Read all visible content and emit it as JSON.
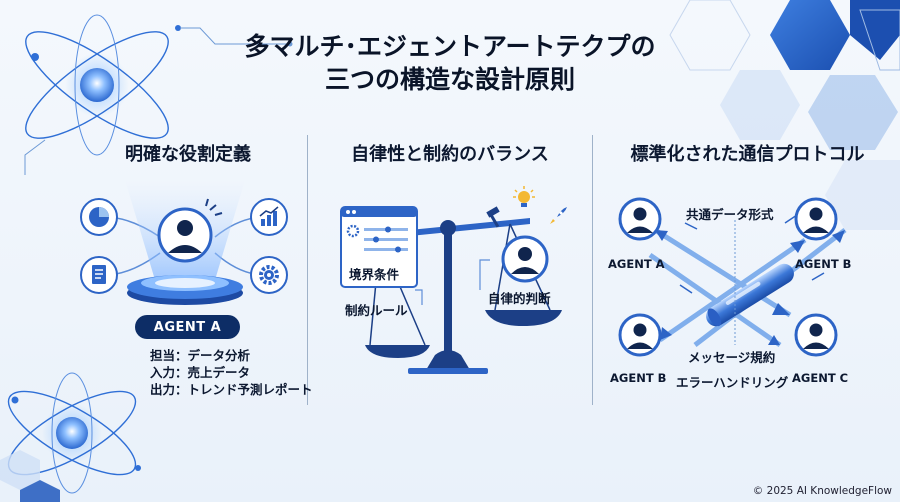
{
  "title": {
    "line1": "多マルチ･エジェントアートテクプの",
    "line2": "三つの構造な設計原則"
  },
  "sections": [
    {
      "heading": "明確な役割定義",
      "agent_label": "AGENT A",
      "lines": [
        "担当：データ分析",
        "入力：売上データ",
        "出力：トレンド予測レポート"
      ],
      "icons": [
        "pie-chart-icon",
        "document-icon",
        "bar-chart-icon",
        "gear-icon"
      ]
    },
    {
      "heading": "自律性と制約のバランス",
      "panel_label": "境界条件",
      "rule_label": "制約ルール",
      "judgment_label": "自律的判断",
      "icons": [
        "lightbulb-icon",
        "hammer-icon",
        "rocket-icon"
      ]
    },
    {
      "heading": "標準化された通信プロトコル",
      "format_label": "共通データ形式",
      "message_label": "メッセージ規約",
      "error_label": "エラーハンドリング",
      "agents": [
        "AGENT A",
        "AGENT B",
        "AGENT B",
        "AGENT C"
      ]
    }
  ],
  "footer": "© 2025 AI KnowledgeFlow",
  "colors": {
    "navy": "#0d2d66",
    "blue": "#2f6fd6",
    "light_blue": "#9cc3f0",
    "accent_hex": "#1f5fc8"
  }
}
